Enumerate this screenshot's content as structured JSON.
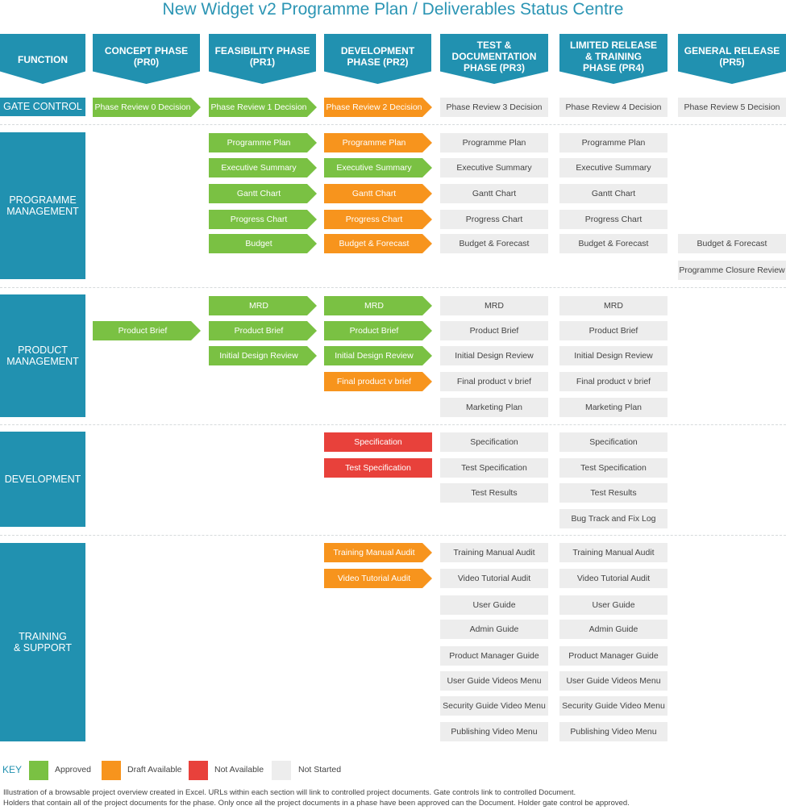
{
  "title": "New Widget v2 Programme Plan / Deliverables Status Centre",
  "headers": {
    "function": "FUNCTION",
    "pr0": "CONCEPT PHASE\n(PR0)",
    "pr1": "FEASIBILITY PHASE\n(PR1)",
    "pr2": "DEVELOPMENT\nPHASE (PR2)",
    "pr3": "TEST &\nDOCUMENTATION\nPHASE (PR3)",
    "pr4": "LIMITED RELEASE\n& TRAINING\nPHASE (PR4)",
    "pr5": "GENERAL RELEASE\n(PR5)"
  },
  "gate": {
    "label": "GATE CONTROL",
    "pr0": "Phase Review 0 Decision",
    "pr1": "Phase Review 1 Decision",
    "pr2": "Phase Review 2 Decision",
    "pr3": "Phase Review 3 Decision",
    "pr4": "Phase Review 4 Decision",
    "pr5": "Phase Review 5 Decision"
  },
  "sections": {
    "programme": "PROGRAMME\nMANAGEMENT",
    "product": "PRODUCT\nMANAGEMENT",
    "development": "DEVELOPMENT",
    "training": "TRAINING\n& SUPPORT"
  },
  "pm": {
    "pr1": [
      "Programme Plan",
      "Executive Summary",
      "Gantt Chart",
      "Progress Chart",
      "Budget"
    ],
    "pr2": [
      "Programme Plan",
      "Executive Summary",
      "Gantt Chart",
      "Progress Chart",
      "Budget & Forecast"
    ],
    "pr3": [
      "Programme Plan",
      "Executive Summary",
      "Gantt Chart",
      "Progress Chart",
      "Budget & Forecast"
    ],
    "pr4": [
      "Programme Plan",
      "Executive Summary",
      "Gantt Chart",
      "Progress Chart",
      "Budget & Forecast"
    ],
    "pr5": [
      "Budget & Forecast",
      "Programme Closure Review"
    ]
  },
  "prod": {
    "pr0": [
      "Product Brief"
    ],
    "pr1": [
      "MRD",
      "Product Brief",
      "Initial Design Review"
    ],
    "pr2": [
      "MRD",
      "Product Brief",
      "Initial Design Review",
      "Final product v brief"
    ],
    "pr3": [
      "MRD",
      "Product Brief",
      "Initial Design Review",
      "Final product v brief",
      "Marketing Plan"
    ],
    "pr4": [
      "MRD",
      "Product Brief",
      "Initial Design Review",
      "Final product v brief",
      "Marketing Plan"
    ]
  },
  "dev": {
    "pr2": [
      "Specification",
      "Test Specification"
    ],
    "pr3": [
      "Specification",
      "Test Specification",
      "Test Results"
    ],
    "pr4": [
      "Specification",
      "Test Specification",
      "Test Results",
      "Bug Track and Fix Log"
    ]
  },
  "train": {
    "pr2": [
      "Training Manual Audit",
      "Video Tutorial Audit"
    ],
    "pr3": [
      "Training Manual Audit",
      "Video Tutorial Audit",
      "User Guide",
      "Admin Guide",
      "Product Manager Guide",
      "User Guide Videos Menu",
      "Security Guide Video Menu",
      "Publishing Video Menu"
    ],
    "pr4": [
      "Training Manual Audit",
      "Video Tutorial Audit",
      "User Guide",
      "Admin Guide",
      "Product Manager Guide",
      "User Guide Videos Menu",
      "Security Guide Video Menu",
      "Publishing Video Menu"
    ]
  },
  "key": {
    "label": "KEY",
    "approved": "Approved",
    "draft": "Draft Available",
    "not_available": "Not Available",
    "not_started": "Not Started",
    "colors": {
      "approved": "#7ac143",
      "draft": "#f7941d",
      "not_available": "#e8413b",
      "not_started": "#ededed"
    }
  },
  "footnote": {
    "line1": "Illustration of a browsable project overview created in Excel. URLs within each section will link to controlled project documents. Gate controls link to controlled Document.",
    "line2": "Holders that contain all of the project documents for the phase. Only once all the project documents in a phase have been approved can the Document. Holder gate control be approved."
  }
}
